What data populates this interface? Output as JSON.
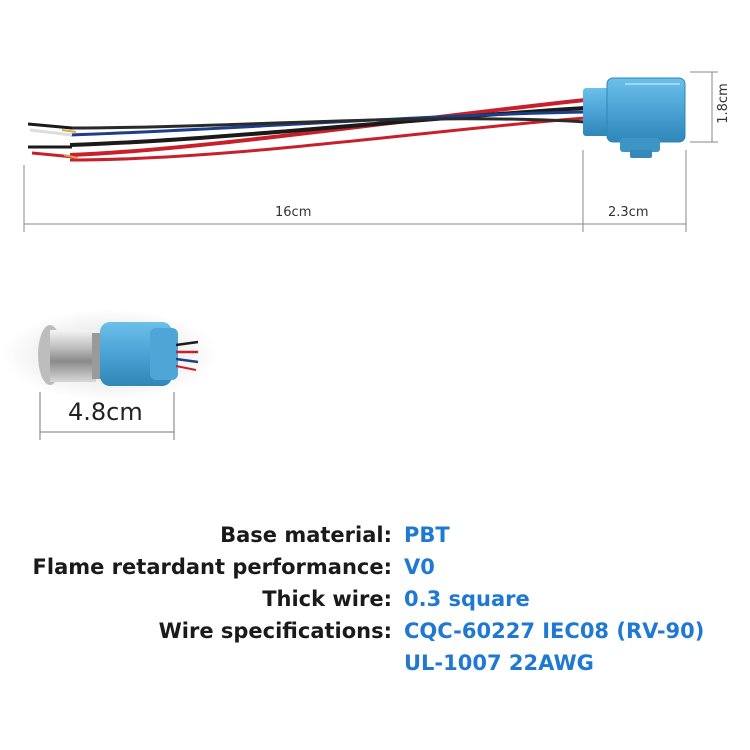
{
  "dimensions": {
    "wire_length": "16cm",
    "connector_length": "2.3cm",
    "connector_height": "1.8cm",
    "assembled_length": "4.8cm"
  },
  "specs": [
    {
      "label": "Base material:",
      "value": "PBT"
    },
    {
      "label": "Flame retardant performance:",
      "value": "V0"
    },
    {
      "label": "Thick wire:",
      "value": "0.3 square"
    },
    {
      "label": "Wire specifications:",
      "value": "CQC-60227 IEC08 (RV-90)"
    },
    {
      "label": "",
      "value": "UL-1007 22AWG"
    }
  ],
  "colors": {
    "connector_blue": "#4aa3d4",
    "wire_red": "#c8202a",
    "wire_black": "#1a1a1a",
    "wire_blue": "#1b3f8a",
    "spec_value": "#1f78d1"
  }
}
